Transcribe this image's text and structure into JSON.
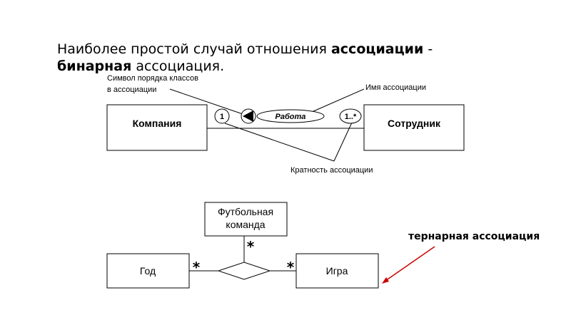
{
  "heading": {
    "part1": "Наиболее простой случай отношения ",
    "bold1": "ассоциации",
    "part2": " -",
    "bold2": "бинарная",
    "part3": " ассоциация."
  },
  "binary_diagram": {
    "class_left": "Компания",
    "class_right": "Сотрудник",
    "association_name": "Работа",
    "multiplicity_left": "1",
    "multiplicity_right": "1..*",
    "annotation_order_line1": "Символ порядка классов",
    "annotation_order_line2": "в ассоциации",
    "annotation_name": "Имя ассоциации",
    "annotation_multiplicity": "Кратность ассоциации"
  },
  "ternary_diagram": {
    "class_top_line1": "Футбольная",
    "class_top_line2": "команда",
    "class_left": "Год",
    "class_right": "Игра",
    "multiplicity_top": "*",
    "multiplicity_left": "*",
    "multiplicity_right": "*",
    "callout_label": "тернарная ассоциация",
    "callout_color": "#cc0000"
  }
}
